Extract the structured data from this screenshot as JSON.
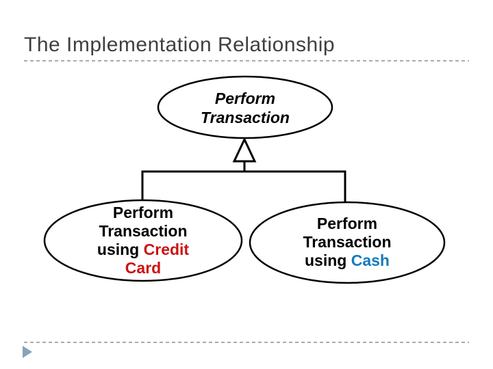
{
  "slide": {
    "title": "The Implementation Relationship",
    "title_color": "#3f3f3f"
  },
  "diagram": {
    "type": "uml-use-case-generalization",
    "parent": {
      "label": "Perform Transaction"
    },
    "children": [
      {
        "label_prefix": "Perform Transaction using ",
        "label_highlight": "Credit Card",
        "highlight_color": "#cc1212"
      },
      {
        "label_prefix": "Perform Transaction using ",
        "label_highlight": "Cash",
        "highlight_color": "#1779bd"
      }
    ],
    "line_color": "#000000"
  },
  "footer": {
    "nav_icon_color": "#8aa2bd"
  }
}
